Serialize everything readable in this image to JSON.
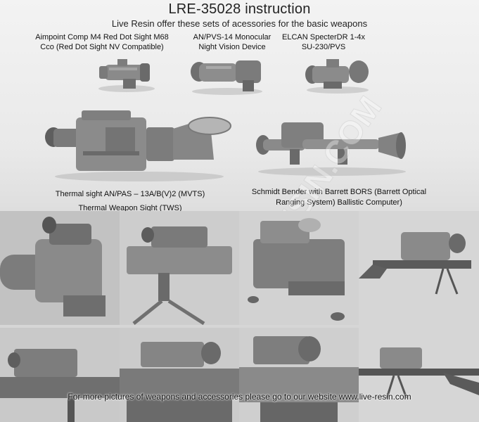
{
  "header": {
    "title": "LRE-35028 instruction",
    "subtitle": "Live Resin offer these sets of acessories for the basic weapons"
  },
  "accessories": [
    {
      "label": "Aimpoint Comp M4 Red Dot Sight M68\nCco (Red Dot Sight NV Compatible)"
    },
    {
      "label": "AN/PVS-14 Monocular\nNight Vision Device"
    },
    {
      "label": "ELCAN SpecterDR 1-4x\nSU-230/PVS"
    },
    {
      "label": "Thermal sight  AN/PAS – 13A/B(V)2 (MVTS)\nThermal Weapon Sight (TWS)"
    },
    {
      "label": "Schmidt Bender with Barrett BORS (Barrett Optical\nRanging System) Ballistic Computer)"
    }
  ],
  "watermark": "LIVERESIN.COM",
  "footer": "For more pictures of weapons and accessories please go to our website www.live-resin.com",
  "colors": {
    "model_gray": "#8c8c8c",
    "model_dark": "#5e5e5e",
    "background": "#e6e6e6",
    "text": "#111111"
  }
}
